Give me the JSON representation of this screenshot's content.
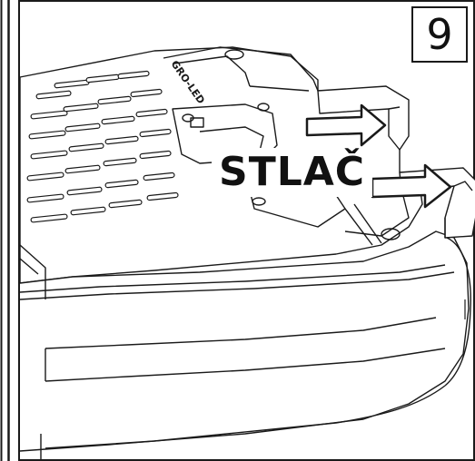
{
  "step": {
    "number": "9"
  },
  "instruction": {
    "label": "STLAČ"
  },
  "device": {
    "logo_text": "GRO-LED"
  },
  "icons": {
    "arrows": [
      "right-arrow-icon",
      "right-arrow-icon"
    ]
  },
  "colors": {
    "line": "#1a1a1a",
    "background": "#ffffff"
  }
}
